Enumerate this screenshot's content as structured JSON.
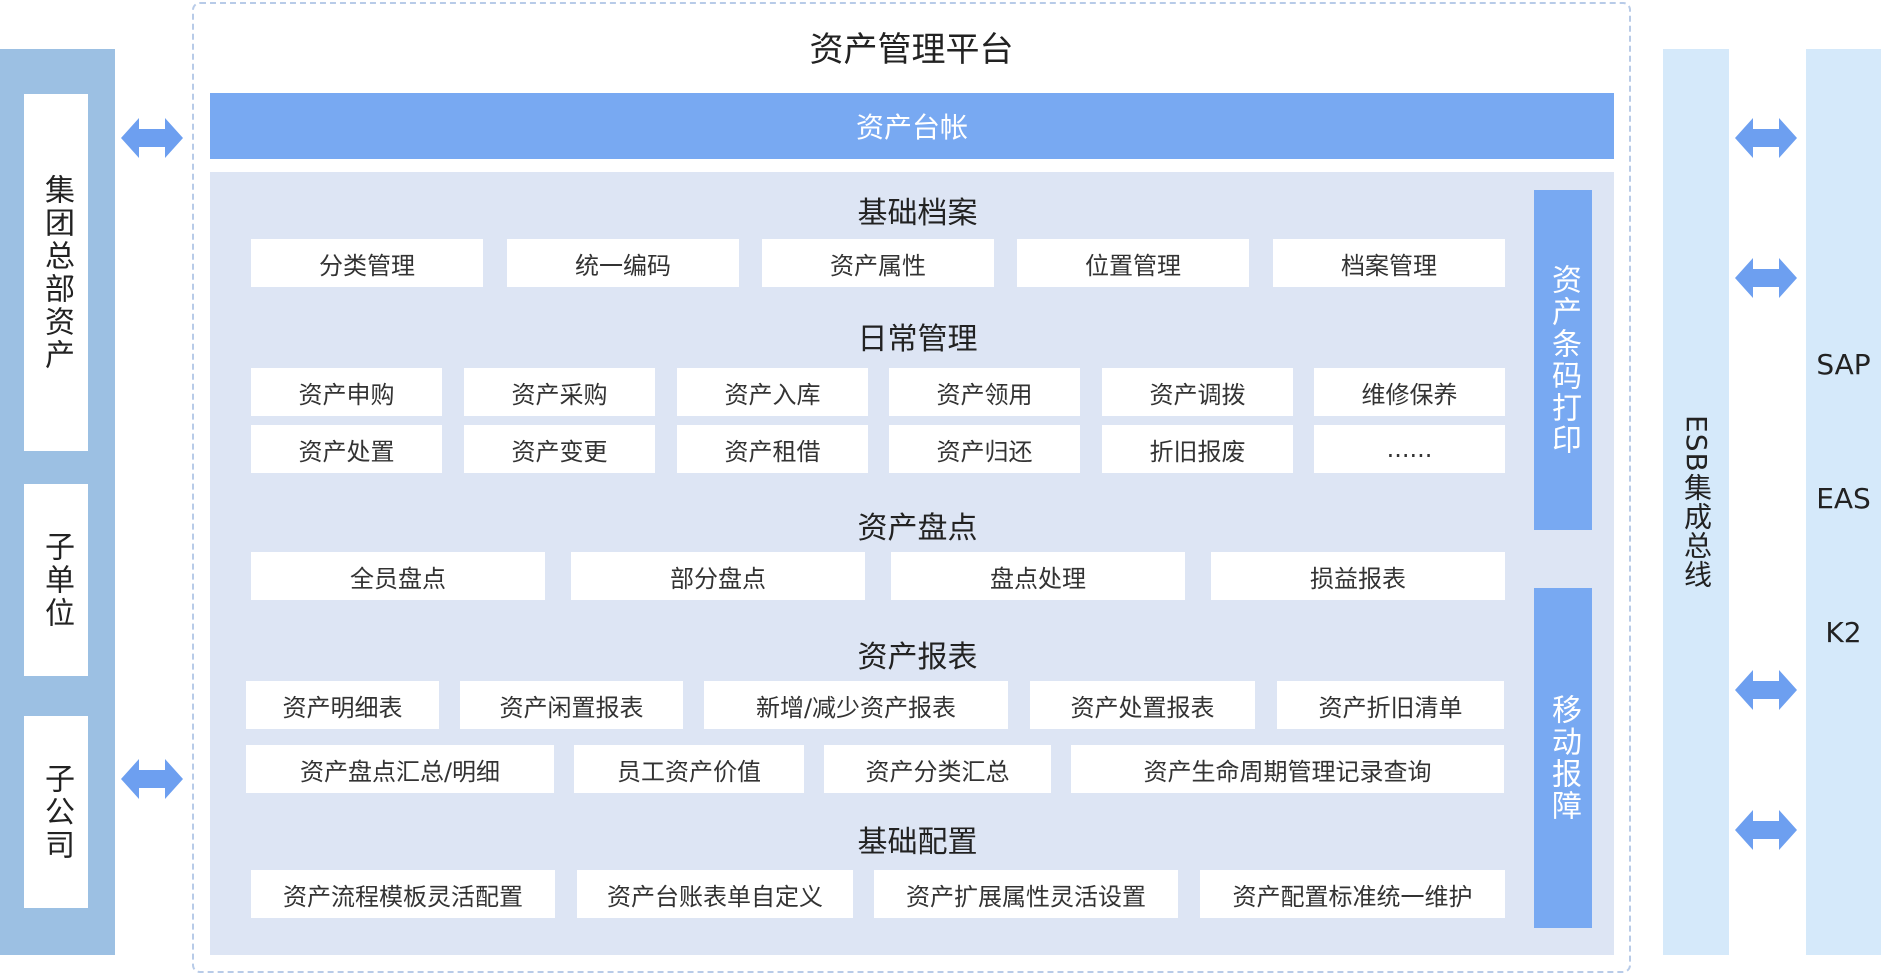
{
  "left": {
    "group_hq": "集团总部资产",
    "sub_unit": "子单位",
    "subsidiary": "子公司"
  },
  "platform": {
    "title": "资产管理平台",
    "ledger": "资产台帐"
  },
  "basic_archive": {
    "title": "基础档案",
    "items": [
      "分类管理",
      "统一编码",
      "资产属性",
      "位置管理",
      "档案管理"
    ]
  },
  "daily": {
    "title": "日常管理",
    "row1": [
      "资产申购",
      "资产采购",
      "资产入库",
      "资产领用",
      "资产调拨",
      "维修保养"
    ],
    "row2": [
      "资产处置",
      "资产变更",
      "资产租借",
      "资产归还",
      "折旧报废",
      "......"
    ]
  },
  "inventory": {
    "title": "资产盘点",
    "items": [
      "全员盘点",
      "部分盘点",
      "盘点处理",
      "损益报表"
    ]
  },
  "reports": {
    "title": "资产报表",
    "row1": [
      "资产明细表",
      "资产闲置报表",
      "新增/减少资产报表",
      "资产处置报表",
      "资产折旧清单"
    ],
    "row2": [
      "资产盘点汇总/明细",
      "员工资产价值",
      "资产分类汇总",
      "资产生命周期管理记录查询"
    ]
  },
  "config": {
    "title": "基础配置",
    "items": [
      "资产流程模板灵活配置",
      "资产台账表单自定义",
      "资产扩展属性灵活设置",
      "资产配置标准统一维护"
    ]
  },
  "side": {
    "barcode": "资产条码打印",
    "mobile": "移动报障"
  },
  "right": {
    "esb": "ESB集成总线",
    "systems": [
      "SAP",
      "EAS",
      "K2"
    ]
  },
  "colors": {
    "accent_blue": "#78a9f2",
    "left_bar": "#9cc0e3",
    "inner_panel": "#dde5f4",
    "right_bar": "#d5e9fa",
    "arrow": "#6d9ff0"
  }
}
